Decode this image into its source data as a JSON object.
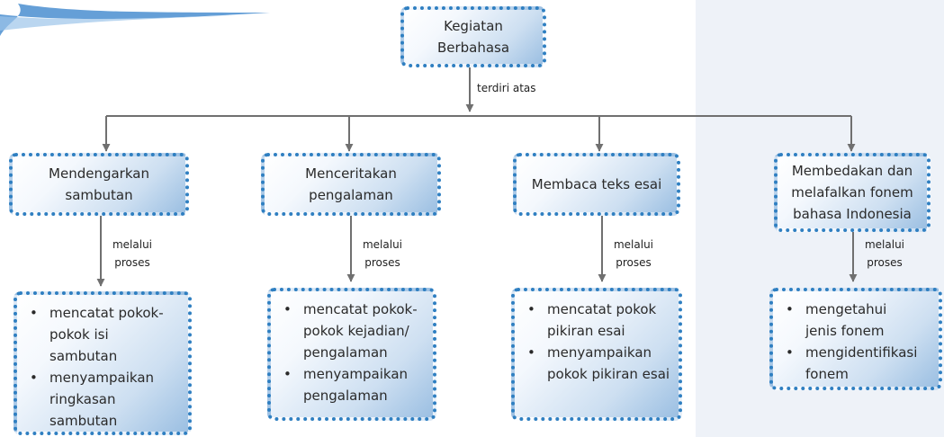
{
  "root": "Kegiatan Berbahasa",
  "root_connector": "terdiri atas",
  "branch_connector": "melalui proses",
  "branches": [
    {
      "title": "Mendengarkan sambutan",
      "items": [
        "mencatat pokok-pokok isi sambutan",
        "menyampaikan ringkasan sambutan"
      ]
    },
    {
      "title": "Menceritakan pengalaman",
      "items": [
        "mencatat pokok-pokok kejadian/ pengalaman",
        "menyampaikan pengalaman"
      ]
    },
    {
      "title": "Membaca teks esai",
      "items": [
        "mencatat pokok pikiran esai",
        "menyampaikan pokok pikiran esai"
      ]
    },
    {
      "title": "Membedakan dan melafalkan fonem bahasa Indonesia",
      "items": [
        "mengetahui jenis fonem",
        "mengidentifikasi fonem"
      ]
    }
  ],
  "colors": {
    "dots": "#2f7fc1",
    "arrow": "#707070",
    "panel": "#eef2f8"
  }
}
